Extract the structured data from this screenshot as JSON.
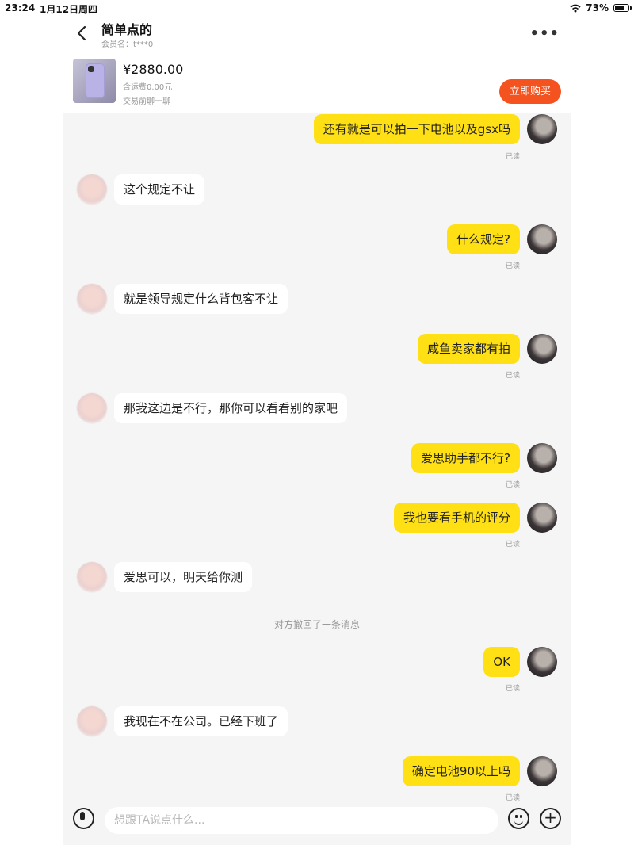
{
  "status_bar": {
    "time": "23:24",
    "date": "1月12日周四",
    "battery": "73%",
    "battery_level": 0.73
  },
  "header": {
    "title": "简单点的",
    "member": "会员名：t***0",
    "more_icon": "more-horizontal-icon"
  },
  "product": {
    "price": "¥2880.00",
    "shipping": "含运费0.00元",
    "note": "交易前聊一聊",
    "buy_label": "立即购买"
  },
  "messages": [
    {
      "from": "me",
      "text": "还有就是可以拍一下电池以及gsx吗",
      "read": "已读"
    },
    {
      "from": "other",
      "text": "这个规定不让"
    },
    {
      "from": "me",
      "text": "什么规定?",
      "read": "已读"
    },
    {
      "from": "other",
      "text": "就是领导规定什么背包客不让"
    },
    {
      "from": "me",
      "text": "咸鱼卖家都有拍",
      "read": "已读"
    },
    {
      "from": "other",
      "text": "那我这边是不行，那你可以看看别的家吧"
    },
    {
      "from": "me",
      "text": "爱思助手都不行?",
      "read": "已读"
    },
    {
      "from": "me",
      "text": "我也要看手机的评分",
      "read": "已读"
    },
    {
      "from": "other",
      "text": "爱思可以，明天给你测"
    },
    {
      "from": "system",
      "text": "对方撤回了一条消息"
    },
    {
      "from": "me",
      "text": "OK",
      "read": "已读"
    },
    {
      "from": "other",
      "text": "我现在不在公司。已经下班了"
    },
    {
      "from": "me",
      "text": "确定电池90以上吗",
      "read": "已读"
    }
  ],
  "input": {
    "placeholder": "想跟TA说点什么..."
  },
  "colors": {
    "accent": "#ffe014",
    "buy": "#f4531f",
    "background": "#f5f5f5"
  }
}
